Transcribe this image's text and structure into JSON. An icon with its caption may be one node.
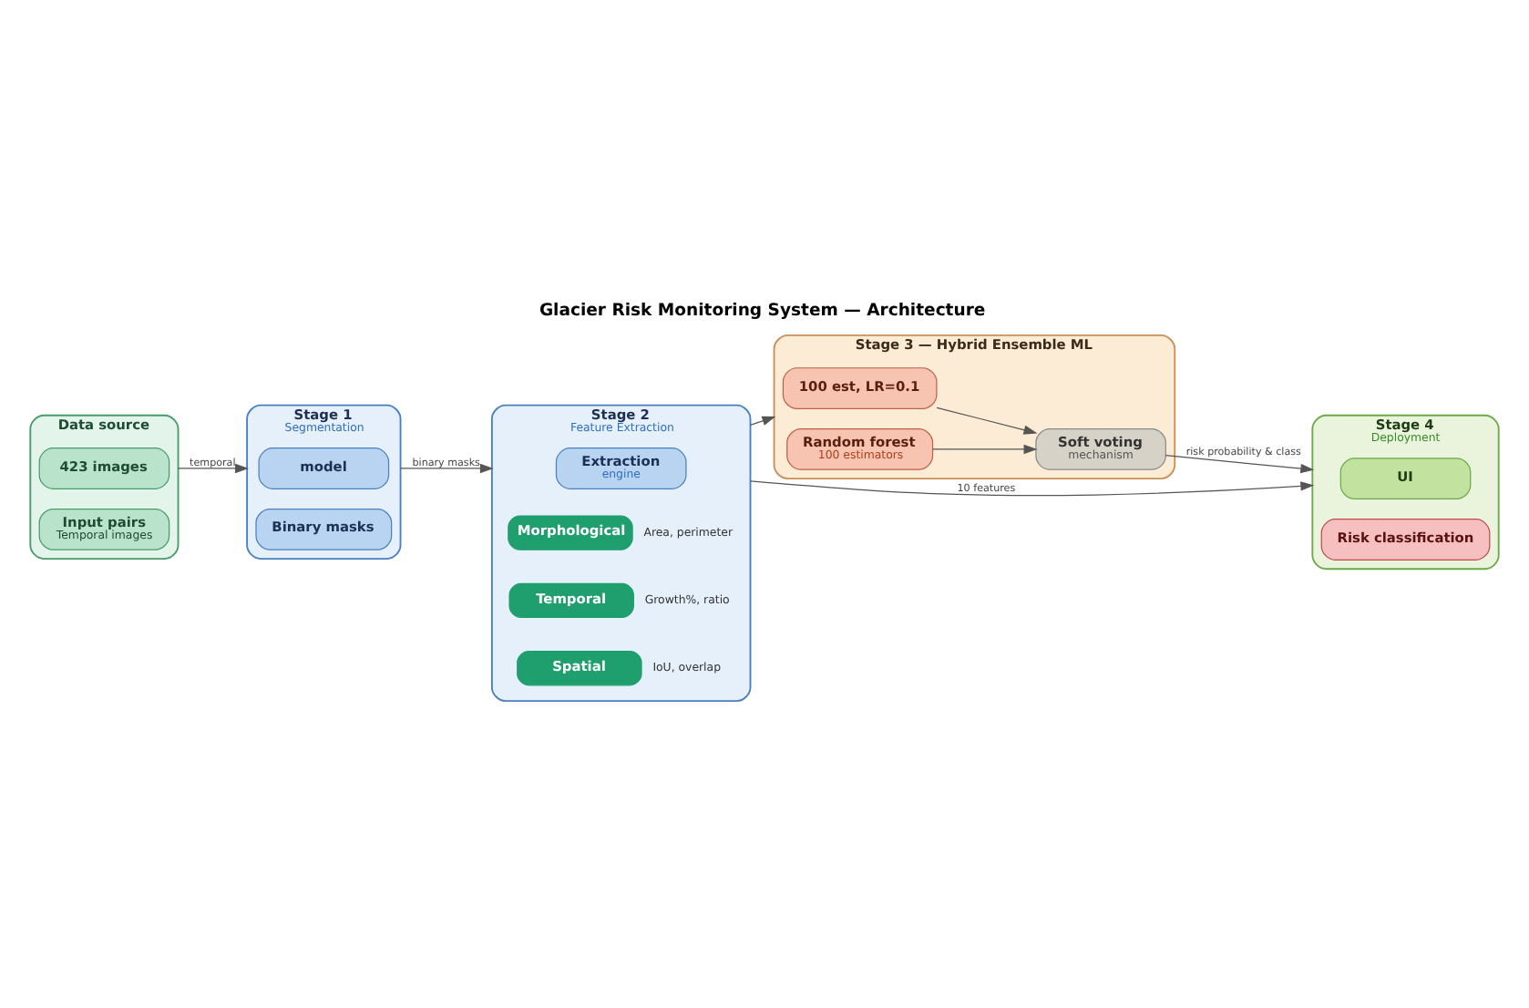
{
  "diagram": {
    "title": "Glacier Risk Monitoring System — Architecture",
    "nodes": [
      {
        "text": [
          "Data source"
        ]
      },
      {
        "text": [
          "423 images"
        ],
        "in": 0
      },
      {
        "text": [
          "Input pairs",
          "Temporal images"
        ],
        "in": 0
      },
      {
        "text": [
          "Stage 1",
          "Segmentation"
        ]
      },
      {
        "text": [
          "model"
        ],
        "in": 3
      },
      {
        "text": [
          "Binary masks"
        ],
        "in": 3
      },
      {
        "text": [
          "Stage 2",
          "Feature Extraction"
        ]
      },
      {
        "text": [
          "Extraction",
          "engine"
        ],
        "in": 6
      },
      {
        "text": [
          "Morphological"
        ],
        "in": 6,
        "beside": [
          "Area, perimeter"
        ]
      },
      {
        "text": [
          "Temporal"
        ],
        "in": 6,
        "beside": [
          "Growth%, ratio"
        ]
      },
      {
        "text": [
          "Spatial"
        ],
        "in": 6,
        "beside": [
          "IoU, overlap"
        ]
      },
      {
        "text": [
          "Stage 3 — Hybrid Ensemble ML"
        ]
      },
      {
        "text": [
          "100 est, LR=0.1"
        ],
        "in": 11
      },
      {
        "text": [
          "Random forest",
          "100 estimators"
        ],
        "in": 11
      },
      {
        "text": [
          "Soft voting",
          "mechanism"
        ],
        "in": 11
      },
      {
        "text": [
          "Stage 4",
          "Deployment"
        ]
      },
      {
        "text": [
          "UI"
        ],
        "in": 15
      },
      {
        "text": [
          "Risk classification"
        ],
        "in": 15
      }
    ],
    "edges": [
      {
        "from": 0,
        "to": 3,
        "arrow": "to",
        "label": "temporal"
      },
      {
        "from": 3,
        "to": 6,
        "arrow": "to",
        "label": "binary masks"
      },
      {
        "from": 6,
        "to": 11,
        "arrow": "to"
      },
      {
        "from": 6,
        "to": 15,
        "arrow": "to",
        "label": "10 features"
      },
      {
        "from": 12,
        "to": 14,
        "arrow": "to"
      },
      {
        "from": 13,
        "to": 14,
        "arrow": "to"
      },
      {
        "from": 14,
        "to": 15,
        "arrow": "to",
        "label": "risk probability & class"
      }
    ]
  }
}
